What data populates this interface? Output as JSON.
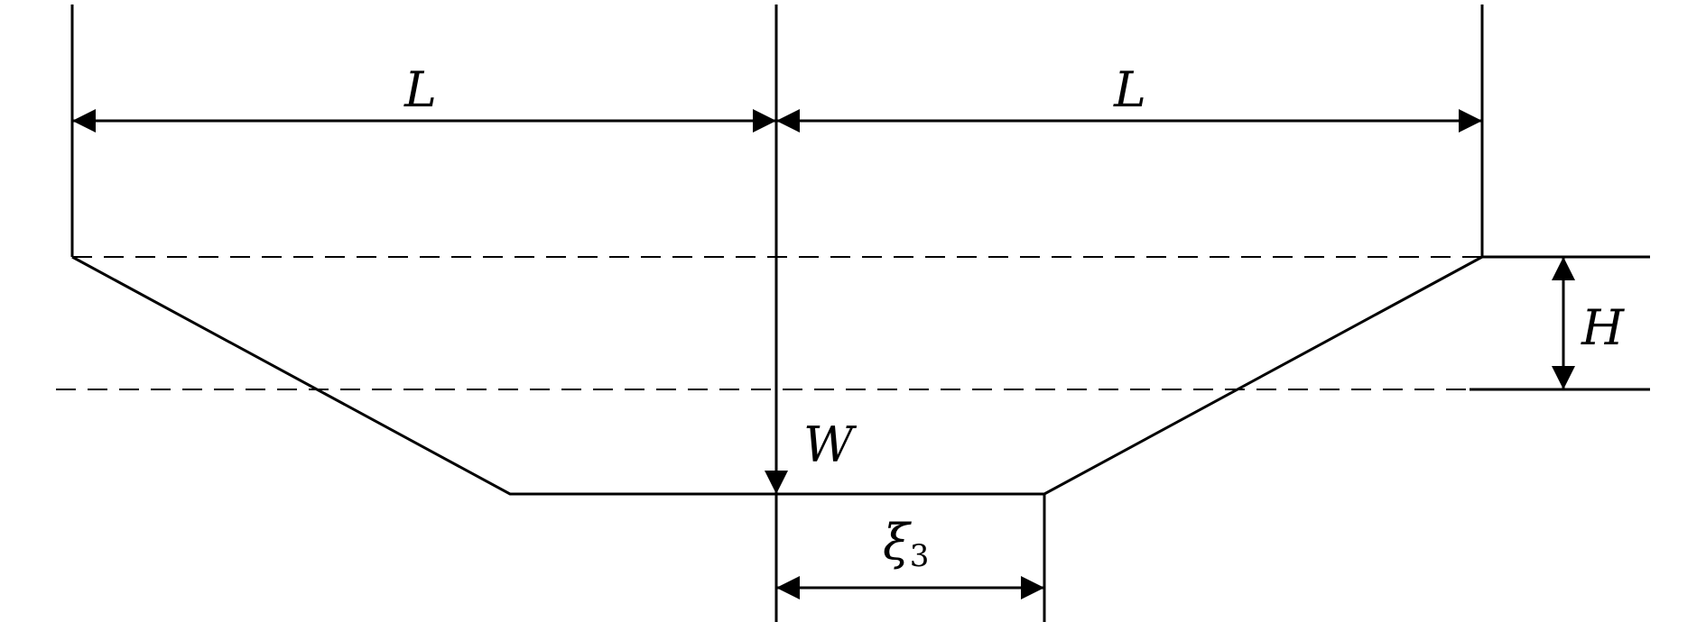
{
  "labels": {
    "left_span": "L",
    "right_span": "L",
    "height": "H",
    "load": "W",
    "xi_symbol": "ξ",
    "xi_subscript": "3"
  }
}
